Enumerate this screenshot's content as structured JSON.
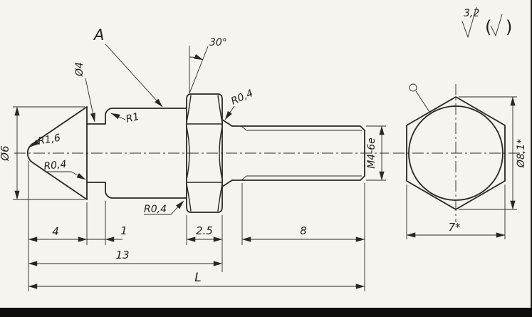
{
  "palette": {
    "paper": "#f6f4ee",
    "ink": "#2a2722"
  },
  "roughness": {
    "value": "3,2",
    "paren_open": "(",
    "paren_close": ")"
  },
  "view_label": "A",
  "angle_label": "30°",
  "side_view": {
    "dia_tip_base": "Ø6",
    "dia_neck": "Ø4",
    "r_tip": "R1,6",
    "r_groove": "R0,4",
    "r_shoulder": "R1",
    "r_hex_front": "R0,4",
    "r_hex_back": "R0,4",
    "thread_spec": "M4-6e"
  },
  "end_view": {
    "dia_circumscribed": "Ø8,1*",
    "across_flats": "7*"
  },
  "dims": {
    "tip_length": "4",
    "groove_length": "1",
    "hex_length": "2.5",
    "thread_length": "8",
    "body_length": "13",
    "overall_length": "L"
  }
}
